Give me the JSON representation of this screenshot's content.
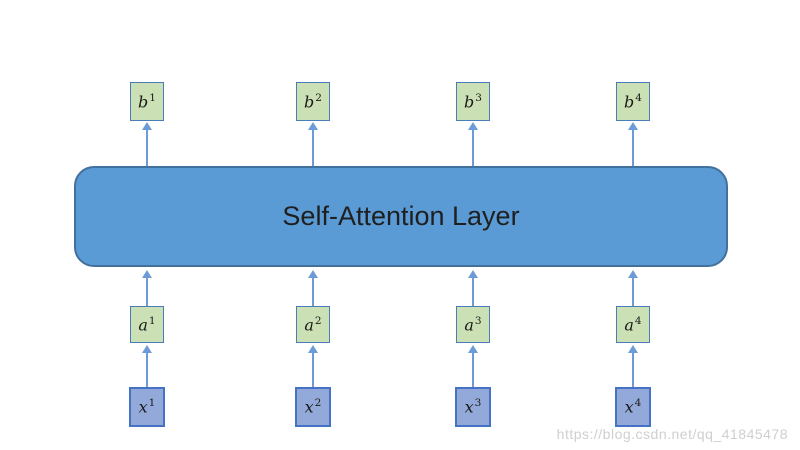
{
  "diagram": {
    "layer": {
      "label": "Self-Attention Layer"
    },
    "columns": [
      {
        "output": {
          "base": "b",
          "sup": "1"
        },
        "hidden": {
          "base": "a",
          "sup": "1"
        },
        "input": {
          "base": "x",
          "sup": "1"
        }
      },
      {
        "output": {
          "base": "b",
          "sup": "2"
        },
        "hidden": {
          "base": "a",
          "sup": "2"
        },
        "input": {
          "base": "x",
          "sup": "2"
        }
      },
      {
        "output": {
          "base": "b",
          "sup": "3"
        },
        "hidden": {
          "base": "a",
          "sup": "3"
        },
        "input": {
          "base": "x",
          "sup": "3"
        }
      },
      {
        "output": {
          "base": "b",
          "sup": "4"
        },
        "hidden": {
          "base": "a",
          "sup": "4"
        },
        "input": {
          "base": "x",
          "sup": "4"
        }
      }
    ],
    "colors": {
      "layer_fill": "#5B9BD5",
      "layer_border": "#41719C",
      "green_fill": "#CBE0B4",
      "green_border": "#4A7CBA",
      "blue_fill": "#93A9DA",
      "blue_border": "#4472C4",
      "arrow_color": "#6D9BD8",
      "text_color": "#1F1F1F",
      "watermark_color": "#CFCFCF"
    }
  },
  "watermark": {
    "text": "https://blog.csdn.net/qq_41845478"
  }
}
